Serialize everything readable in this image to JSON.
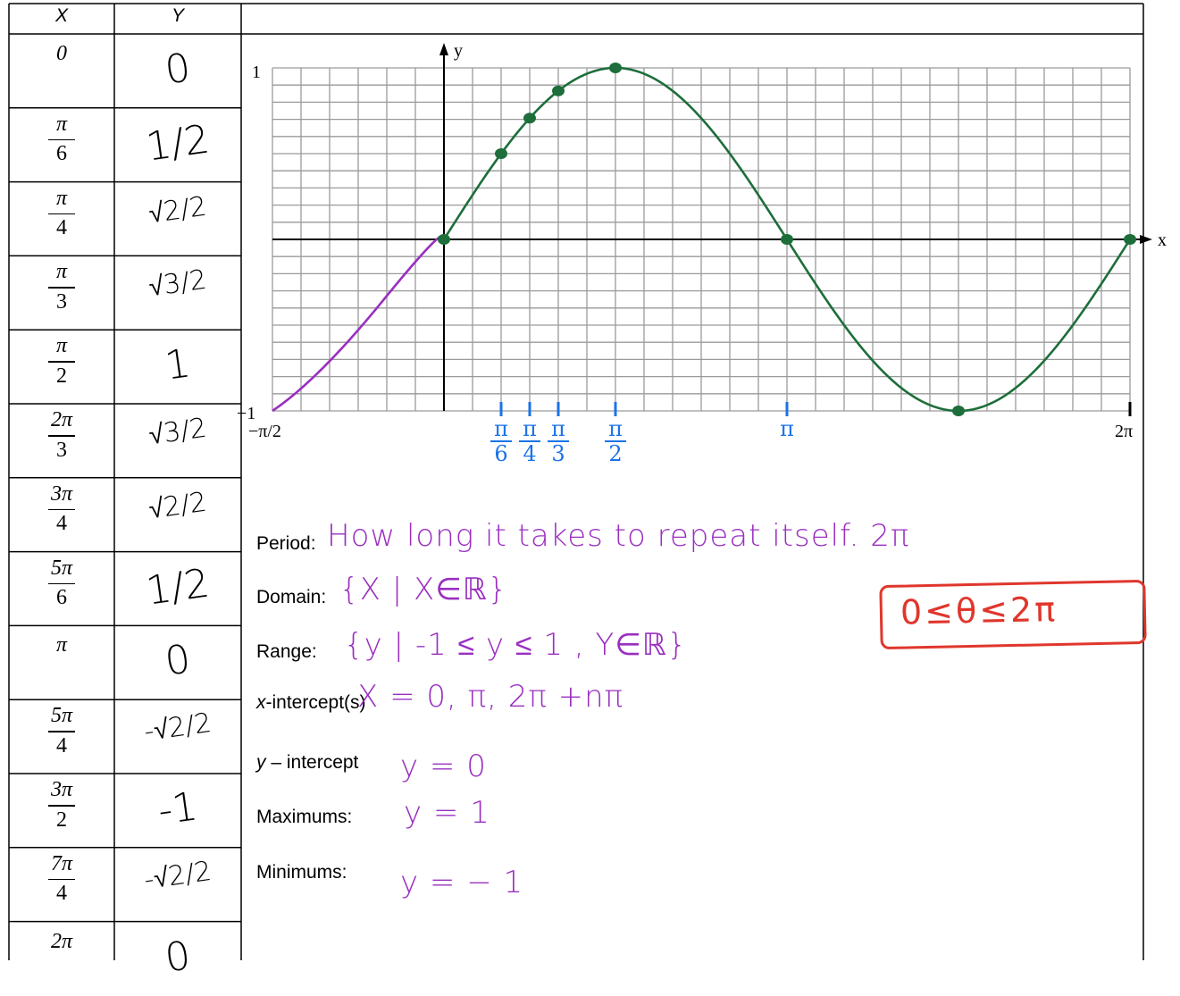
{
  "table": {
    "header_x": "X",
    "header_y": "Y",
    "rows": [
      {
        "x_num": "0",
        "x_den": "",
        "y": "0"
      },
      {
        "x_num": "π",
        "x_den": "6",
        "y": "1/2"
      },
      {
        "x_num": "π",
        "x_den": "4",
        "y": "√2/2"
      },
      {
        "x_num": "π",
        "x_den": "3",
        "y": "√3/2"
      },
      {
        "x_num": "π",
        "x_den": "2",
        "y": "1"
      },
      {
        "x_num": "2π",
        "x_den": "3",
        "y": "√3/2"
      },
      {
        "x_num": "3π",
        "x_den": "4",
        "y": "√2/2"
      },
      {
        "x_num": "5π",
        "x_den": "6",
        "y": "1/2"
      },
      {
        "x_num": "π",
        "x_den": "",
        "y": "0"
      },
      {
        "x_num": "5π",
        "x_den": "4",
        "y": "-√2/2"
      },
      {
        "x_num": "3π",
        "x_den": "2",
        "y": "-1"
      },
      {
        "x_num": "7π",
        "x_den": "4",
        "y": "-√2/2"
      },
      {
        "x_num": "2π",
        "x_den": "",
        "y": "0"
      }
    ]
  },
  "graph": {
    "y_axis_label": "y",
    "x_axis_label": "x",
    "y_max_label": "1",
    "y_min_label": "−1",
    "x_min_label": "−π/2",
    "x_max_label": "2π",
    "handwritten_ticks": [
      {
        "num": "π",
        "den": "6"
      },
      {
        "num": "π",
        "den": "4"
      },
      {
        "num": "π",
        "den": "3"
      },
      {
        "num": "π",
        "den": "2"
      },
      {
        "num": "π",
        "den": ""
      }
    ]
  },
  "chart_data": {
    "type": "line",
    "xlim": [
      -1.5708,
      6.2832
    ],
    "ylim": [
      -1,
      1
    ],
    "grid": true,
    "series": [
      {
        "color": "#1d6e3a",
        "x": [
          0,
          0.5236,
          0.7854,
          1.0472,
          1.5708,
          3.1416,
          4.7124,
          6.2832
        ],
        "y": [
          0,
          0.5,
          0.7071,
          0.866,
          1,
          0,
          -1,
          0
        ]
      },
      {
        "color": "#9a2fc0",
        "x": [
          -1.5708,
          0
        ],
        "y": [
          -1,
          0
        ]
      }
    ],
    "colors": {
      "curve": "#1d6e3a",
      "points": "#1d6e3a",
      "extension": "#9a2fc0",
      "grid": "#9a9a9a"
    }
  },
  "properties": {
    "period_label": "Period:",
    "period_value": "How long it takes to repeat itself.   2π",
    "domain_label": "Domain:",
    "domain_value": "{X | X∈ℝ}",
    "range_label": "Range:",
    "range_value": "{y | -1 ≤ y ≤ 1 , Y∈ℝ}",
    "xint_label_italic": "x",
    "xint_label_rest": "-intercept(s)",
    "xint_value": "X = 0, π, 2π   +nπ",
    "yint_label_italic": "y",
    "yint_label_rest": " – intercept",
    "yint_value": "y = 0",
    "max_label": "Maximums:",
    "max_value": "y =  1",
    "min_label": "Minimums:",
    "min_value": "y =  − 1",
    "boxed_note": "0≤θ≤2π"
  }
}
